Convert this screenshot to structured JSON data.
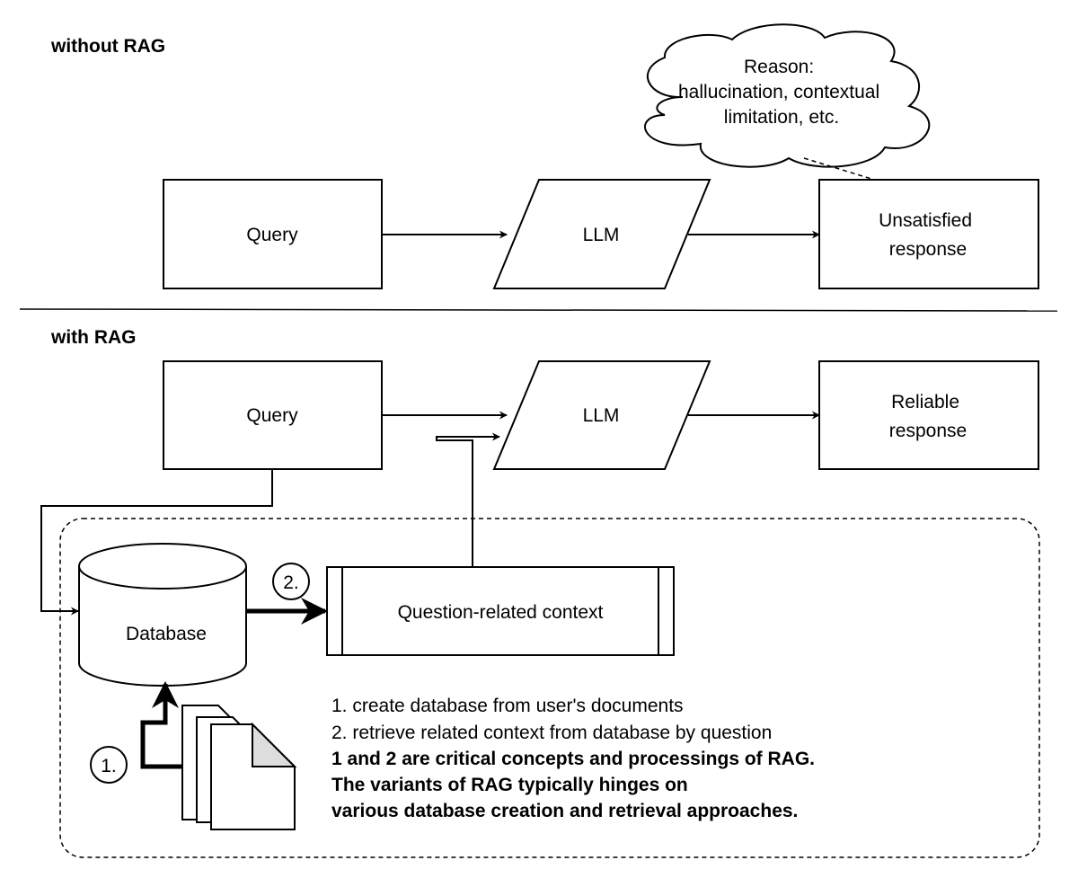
{
  "sections": {
    "without_label": "without RAG",
    "with_label": "with RAG"
  },
  "without_rag": {
    "query": "Query",
    "llm": "LLM",
    "response_lines": [
      "Unsatisfied",
      "response"
    ],
    "reason_lines": [
      "Reason:",
      "hallucination, contextual",
      "limitation, etc."
    ]
  },
  "with_rag": {
    "query": "Query",
    "llm": "LLM",
    "response_lines": [
      "Reliable",
      "response"
    ],
    "database": "Database",
    "context": "Question-related context",
    "step1": "1.",
    "step2": "2."
  },
  "notes": {
    "line1": "1. create database from user's documents",
    "line2": "2. retrieve related context from database by question",
    "line3": "1 and 2 are critical concepts and processings of RAG.",
    "line4": "The variants of RAG typically hinges on",
    "line5": "various database creation and retrieval approaches."
  }
}
